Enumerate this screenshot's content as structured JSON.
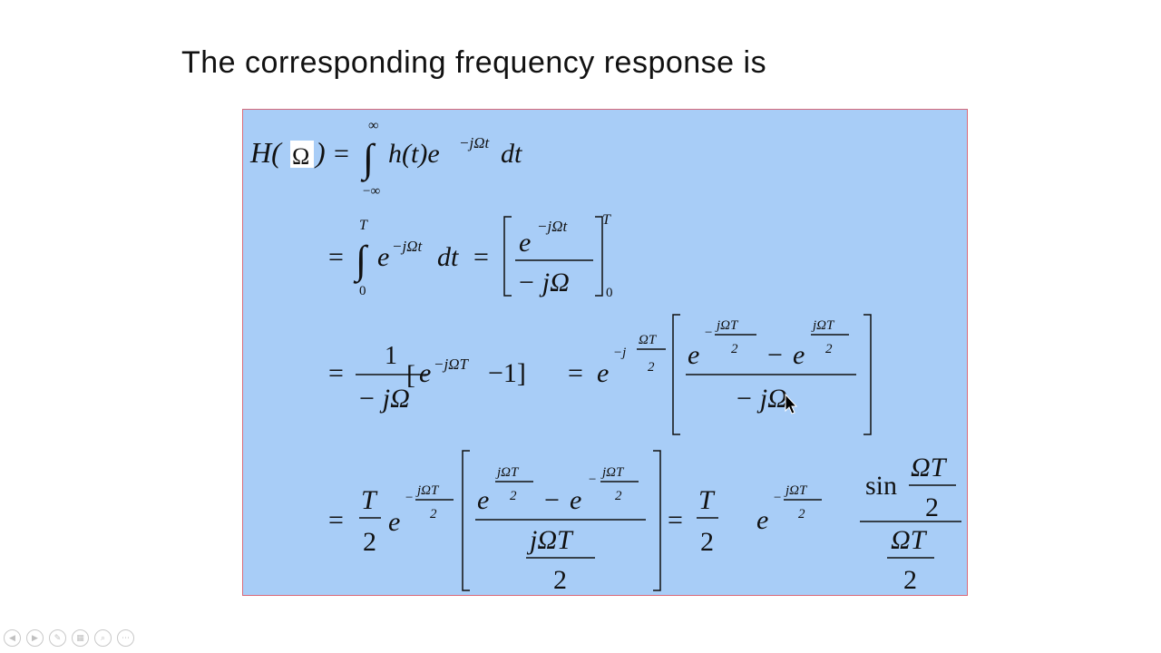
{
  "slide": {
    "title": "The corresponding frequency response is"
  },
  "formula": {
    "line1": {
      "lhs_func": "H(",
      "lhs_var": "Ω",
      "lhs_close": ")",
      "eq": "=",
      "int_upper": "∞",
      "int_lower": "−∞",
      "integrand": "h(t)e",
      "exp": "−jΩt",
      "dt": "dt"
    },
    "line2": {
      "eq": "=",
      "int_upper": "T",
      "int_lower": "0",
      "integrand": "e",
      "exp": "−jΩt",
      "dt": "dt",
      "eq2": "=",
      "frac_num": "e",
      "frac_num_exp": "−jΩt",
      "frac_den": "− jΩ",
      "upper_limit": "T",
      "lower_limit": "0"
    },
    "line3": {
      "eq": "=",
      "frac_num": "1",
      "frac_den": "− jΩ",
      "bracket_open": "[",
      "bracket_e": "e",
      "bracket_exp": "−jΩT",
      "bracket_rest": "−1]",
      "eq2": "=",
      "e": "e",
      "exp_sign": "−j",
      "exp_num": "ΩT",
      "exp_den": "2",
      "num_e1": "e",
      "num_e1_sign": "−",
      "num_e1_num": "jΩT",
      "num_e1_den": "2",
      "num_minus": "−",
      "num_e2": "e",
      "num_e2_num": "jΩT",
      "num_e2_den": "2",
      "den": "− jΩ"
    },
    "line4": {
      "eq": "=",
      "t_num": "T",
      "t_den": "2",
      "e": "e",
      "exp_sign": "−",
      "exp_num": "jΩT",
      "exp_den": "2",
      "num_e1": "e",
      "num_e1_num": "jΩT",
      "num_e1_den": "2",
      "num_minus": "−",
      "num_e2": "e",
      "num_e2_sign": "−",
      "num_e2_num": "jΩT",
      "num_e2_den": "2",
      "den_num": "jΩT",
      "den_den": "2",
      "eq2": "=",
      "t2_num": "T",
      "t2_den": "2",
      "e2": "e",
      "exp2_sign": "−",
      "exp2_num": "jΩT",
      "exp2_den": "2",
      "sin": "sin",
      "sin_num": "ΩT",
      "sin_den": "2",
      "big_den_num": "ΩT",
      "big_den_den": "2"
    }
  },
  "nav": {
    "buttons": [
      {
        "name": "prev-icon",
        "glyph": "◀"
      },
      {
        "name": "next-icon",
        "glyph": "▶"
      },
      {
        "name": "pen-icon",
        "glyph": "✎"
      },
      {
        "name": "slides-icon",
        "glyph": "▦"
      },
      {
        "name": "zoom-icon",
        "glyph": "⌕"
      },
      {
        "name": "more-icon",
        "glyph": "⋯"
      }
    ]
  },
  "colors": {
    "box_bg": "#a8cdf7",
    "box_border": "#d86a7a"
  }
}
